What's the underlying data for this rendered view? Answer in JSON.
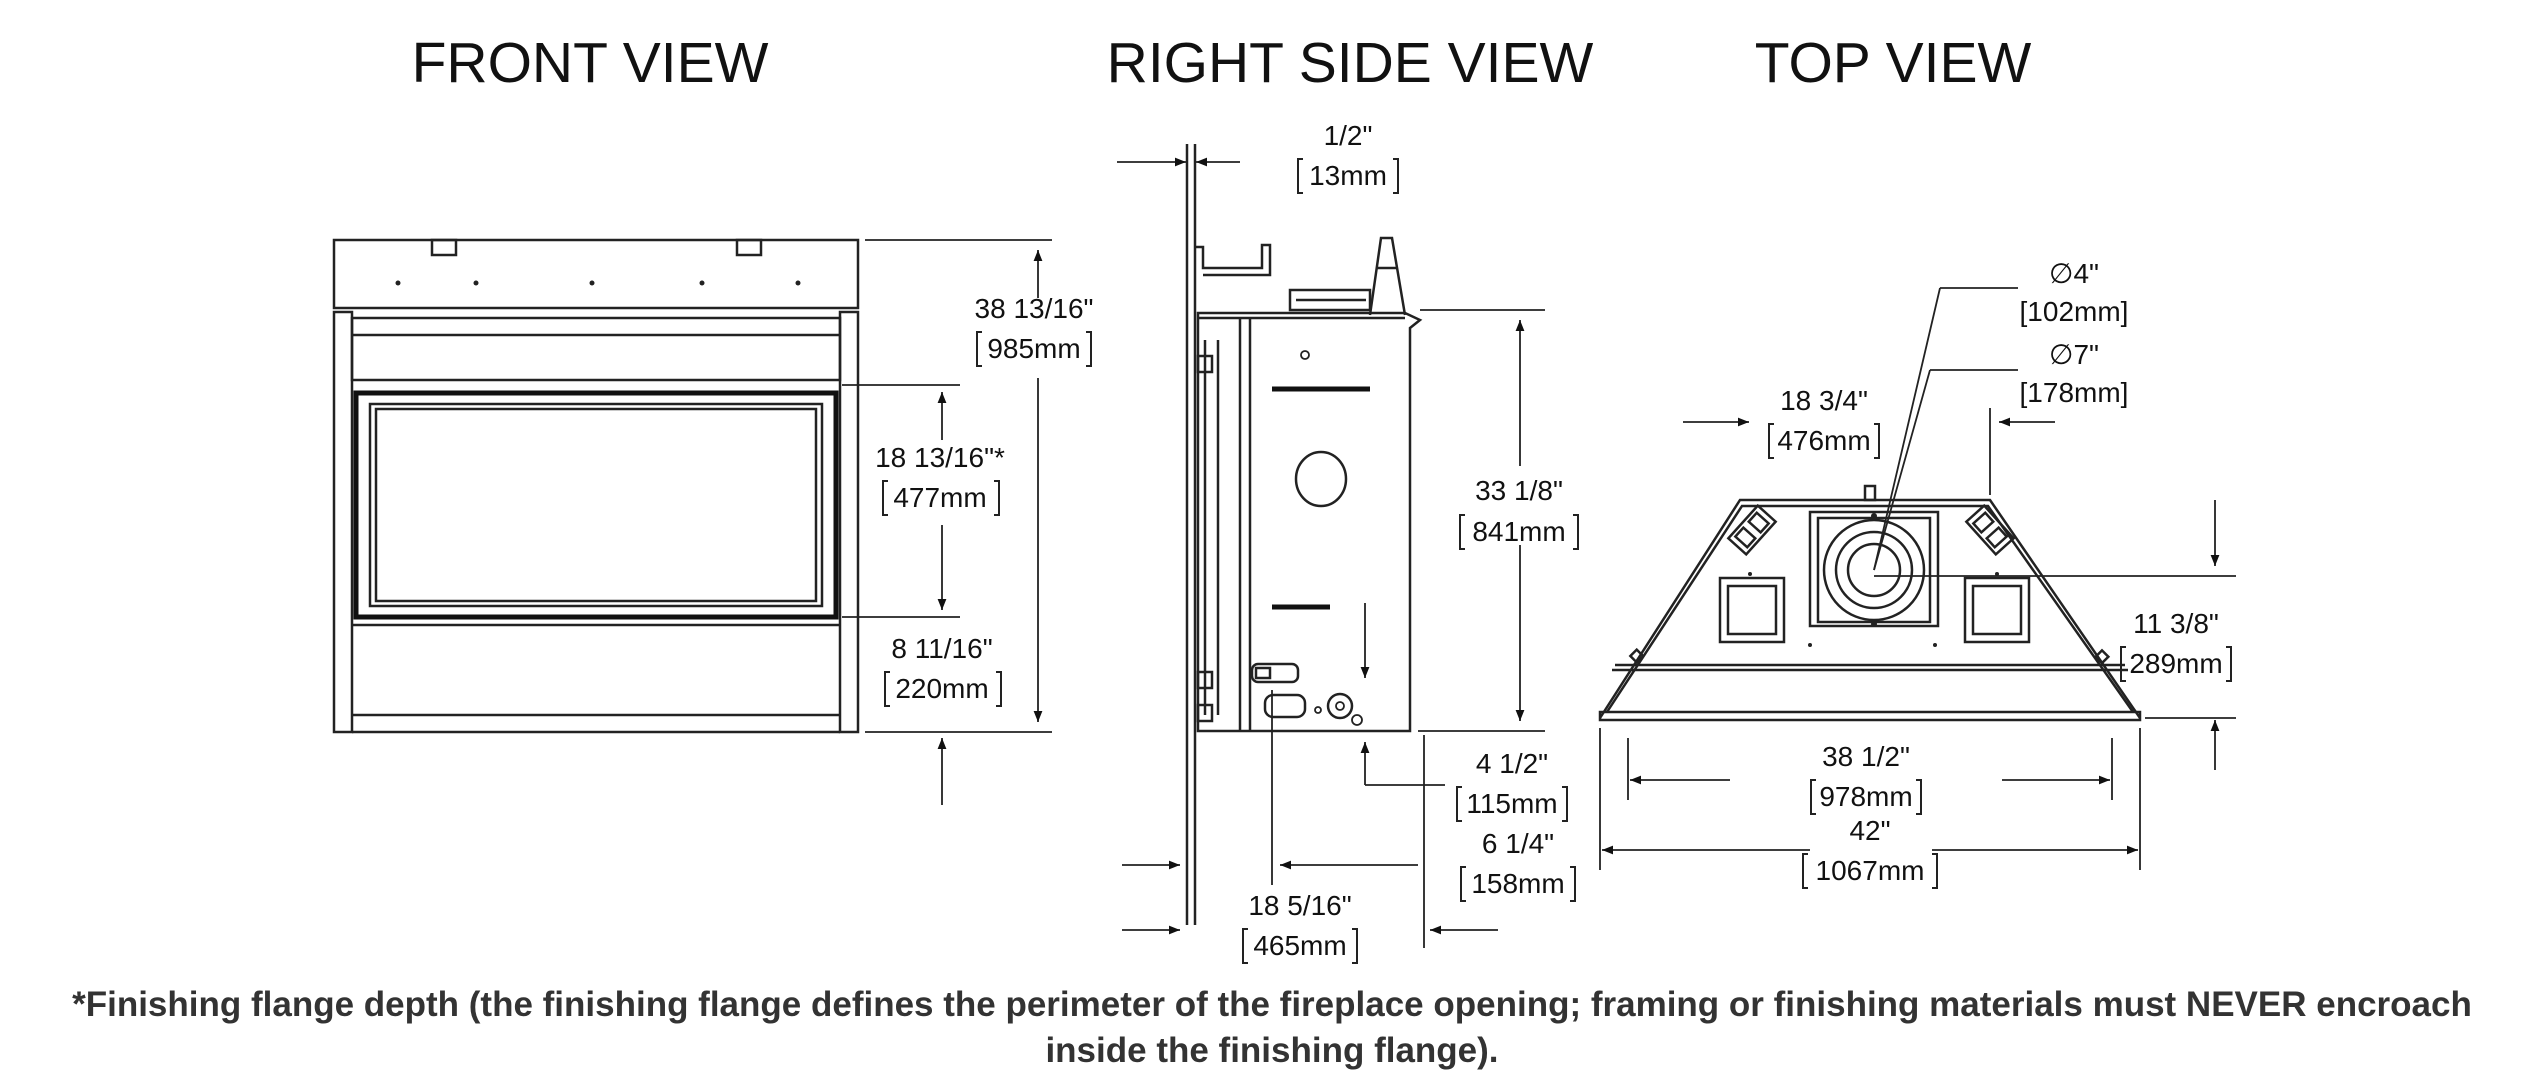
{
  "views": {
    "front": "FRONT VIEW",
    "side": "RIGHT SIDE VIEW",
    "top": "TOP VIEW"
  },
  "dimensions": {
    "overall_height": {
      "imperial": "38 13/16\"",
      "metric": "985mm"
    },
    "opening_height": {
      "imperial": "18 13/16\"*",
      "metric": "477mm"
    },
    "opening_to_base": {
      "imperial": "8 11/16\"",
      "metric": "220mm"
    },
    "flange_thickness": {
      "imperial": "1/2\"",
      "metric": "13mm"
    },
    "side_height": {
      "imperial": "33 1/8\"",
      "metric": "841mm"
    },
    "gas_inlet_offset": {
      "imperial": "4 1/2\"",
      "metric": "115mm"
    },
    "rear_offset": {
      "imperial": "6 1/4\"",
      "metric": "158mm"
    },
    "overall_depth": {
      "imperial": "18 5/16\"",
      "metric": "465mm"
    },
    "vent_inner": {
      "imperial": "∅4\"",
      "metric": "[102mm]"
    },
    "vent_outer": {
      "imperial": "∅7\"",
      "metric": "[178mm]"
    },
    "vent_center_from_left": {
      "imperial": "18 3/4\"",
      "metric": "476mm"
    },
    "vent_center_from_front": {
      "imperial": "11 3/8\"",
      "metric": "289mm"
    },
    "back_width": {
      "imperial": "38 1/2\"",
      "metric": "978mm"
    },
    "overall_width": {
      "imperial": "42\"",
      "metric": "1067mm"
    }
  },
  "footnote": "*Finishing flange depth (the finishing flange defines the perimeter of the fireplace opening; framing or finishing materials must NEVER encroach inside the finishing flange)."
}
